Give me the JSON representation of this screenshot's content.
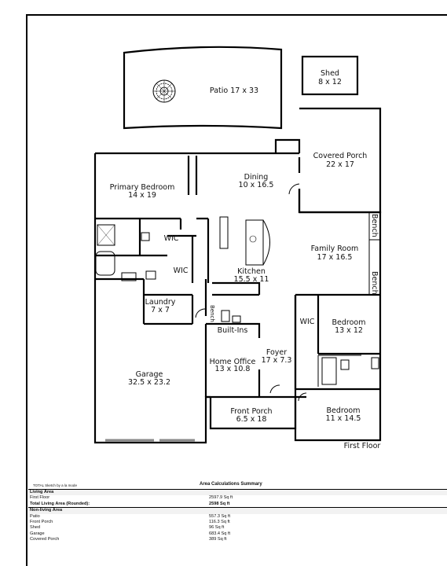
{
  "rooms": {
    "patio": {
      "name": "Patio",
      "dims": "17 x 33"
    },
    "shed": {
      "name": "Shed",
      "dims": "8 x 12"
    },
    "covered_porch": {
      "name": "Covered Porch",
      "dims": "22 x 17"
    },
    "dining": {
      "name": "Dining",
      "dims": "10 x 16.5"
    },
    "primary_bedroom": {
      "name": "Primary Bedroom",
      "dims": "14 x 19"
    },
    "family_room": {
      "name": "Family Room",
      "dims": "17 x 16.5"
    },
    "kitchen": {
      "name": "Kitchen",
      "dims": "15.5 x 11"
    },
    "laundry": {
      "name": "Laundry",
      "dims": "7 x 7"
    },
    "wic_1": {
      "name": "WIC"
    },
    "wic_2": {
      "name": "WIC"
    },
    "wic_3": {
      "name": "WIC"
    },
    "bedroom_1": {
      "name": "Bedroom",
      "dims": "13 x 12"
    },
    "built_ins": {
      "name": "Built-Ins"
    },
    "bench_small": {
      "name": "Bench"
    },
    "foyer": {
      "name": "Foyer",
      "dims": "17 x 7.3"
    },
    "garage": {
      "name": "Garage",
      "dims": "32.5 x 23.2"
    },
    "home_office": {
      "name": "Home Office",
      "dims": "13 x 10.8"
    },
    "front_porch": {
      "name": "Front Porch",
      "dims": "6.5 x 18"
    },
    "bedroom_2": {
      "name": "Bedroom",
      "dims": "11 x 14.5"
    },
    "bench_1": {
      "name": "Bench"
    },
    "bench_2": {
      "name": "Bench"
    }
  },
  "floor_label": "First Floor",
  "summary": {
    "credit": "TOTAL Sketch by a la mode",
    "title": "Area Calculations Summary",
    "living_header": "Living Area",
    "living_rows": [
      {
        "label": "First Floor",
        "value": "2597.9 Sq ft"
      },
      {
        "label": "Total Living Area (Rounded):",
        "value": "2598 Sq ft"
      }
    ],
    "nonliving_header": "Non-living Area",
    "nonliving_rows": [
      {
        "label": "Patio",
        "value": "557.3 Sq ft"
      },
      {
        "label": "Front Porch",
        "value": "116.3 Sq ft"
      },
      {
        "label": "Shed",
        "value": "96 Sq ft"
      },
      {
        "label": "Garage",
        "value": "683.4 Sq ft"
      },
      {
        "label": "Covered Porch",
        "value": "389 Sq ft"
      }
    ]
  }
}
